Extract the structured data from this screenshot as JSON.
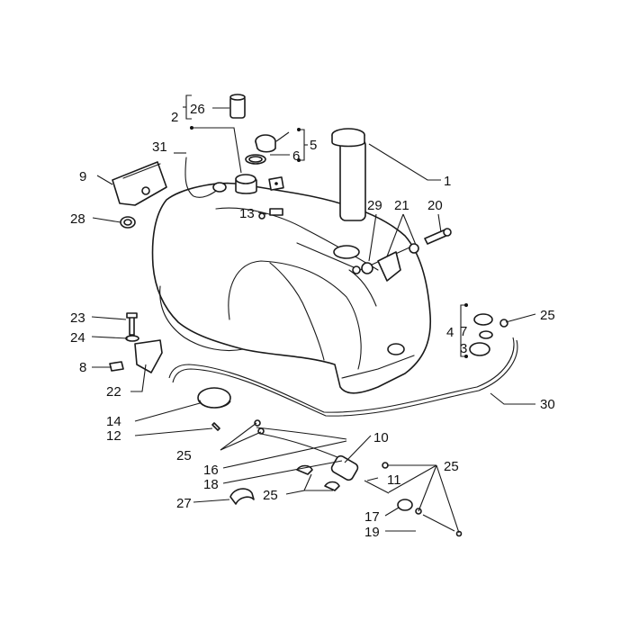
{
  "diagram": {
    "line_color": "#1a1a1a",
    "background": "#ffffff",
    "callouts": [
      {
        "id": "c1",
        "text": "1"
      },
      {
        "id": "c2",
        "text": "2"
      },
      {
        "id": "c3",
        "text": "3"
      },
      {
        "id": "c4",
        "text": "4"
      },
      {
        "id": "c5",
        "text": "5"
      },
      {
        "id": "c6",
        "text": "6"
      },
      {
        "id": "c7",
        "text": "7"
      },
      {
        "id": "c8",
        "text": "8"
      },
      {
        "id": "c9",
        "text": "9"
      },
      {
        "id": "c10",
        "text": "10"
      },
      {
        "id": "c11",
        "text": "11"
      },
      {
        "id": "c12",
        "text": "12"
      },
      {
        "id": "c13",
        "text": "13"
      },
      {
        "id": "c14",
        "text": "14"
      },
      {
        "id": "c16",
        "text": "16"
      },
      {
        "id": "c17",
        "text": "17"
      },
      {
        "id": "c18",
        "text": "18"
      },
      {
        "id": "c19",
        "text": "19"
      },
      {
        "id": "c20",
        "text": "20"
      },
      {
        "id": "c21",
        "text": "21"
      },
      {
        "id": "c22",
        "text": "22"
      },
      {
        "id": "c23",
        "text": "23"
      },
      {
        "id": "c24",
        "text": "24"
      },
      {
        "id": "c25a",
        "text": "25"
      },
      {
        "id": "c25b",
        "text": "25"
      },
      {
        "id": "c25c",
        "text": "25"
      },
      {
        "id": "c25d",
        "text": "25"
      },
      {
        "id": "c26",
        "text": "26"
      },
      {
        "id": "c27",
        "text": "27"
      },
      {
        "id": "c28",
        "text": "28"
      },
      {
        "id": "c29",
        "text": "29"
      },
      {
        "id": "c30",
        "text": "30"
      },
      {
        "id": "c31",
        "text": "31"
      }
    ]
  }
}
